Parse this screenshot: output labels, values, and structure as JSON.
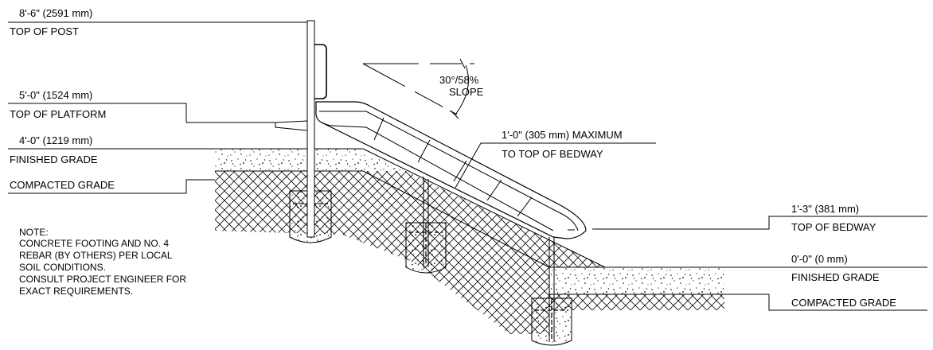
{
  "labels": {
    "top_of_post_dim": "8'-6\" (2591 mm)",
    "top_of_post": "TOP OF POST",
    "top_of_platform_dim": "5'-0\" (1524 mm)",
    "top_of_platform": "TOP OF PLATFORM",
    "upper_grade_dim": "4'-0\" (1219 mm)",
    "upper_finished_grade": "FINISHED GRADE",
    "upper_compacted_grade": "COMPACTED GRADE",
    "slope_angle": "30°/58%",
    "slope": "SLOPE",
    "bedway_max_line1": "1'-0\" (305 mm) MAXIMUM",
    "bedway_max_line2": "TO TOP OF BEDWAY",
    "top_of_bedway_dim": "1'-3\" (381 mm)",
    "top_of_bedway": "TOP OF BEDWAY",
    "lower_grade_dim": "0'-0\" (0 mm)",
    "lower_finished_grade": "FINISHED GRADE",
    "lower_compacted_grade": "COMPACTED GRADE"
  },
  "note": {
    "title": "NOTE:",
    "lines": [
      "CONCRETE FOOTING AND NO. 4",
      "REBAR (BY OTHERS) PER LOCAL",
      "SOIL CONDITIONS.",
      "CONSULT PROJECT ENGINEER FOR",
      "EXACT REQUIREMENTS."
    ]
  }
}
